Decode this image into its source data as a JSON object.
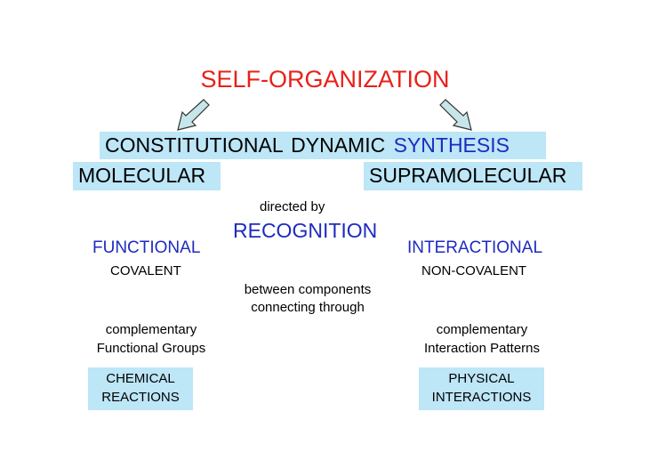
{
  "title": "SELF-ORGANIZATION",
  "synthesis": {
    "prefix": "CONSTITUTIONAL  DYNAMIC",
    "highlight": "SYNTHESIS"
  },
  "molecular": "MOLECULAR",
  "supramolecular": "SUPRAMOLECULAR",
  "directed_by": "directed by",
  "recognition": "RECOGNITION",
  "left": {
    "heading": "FUNCTIONAL",
    "bond": "COVALENT",
    "complementary": "complementary",
    "groups": "Functional Groups",
    "box_line1": "CHEMICAL",
    "box_line2": "REACTIONS"
  },
  "right": {
    "heading": "INTERACTIONAL",
    "bond": "NON-COVALENT",
    "complementary": "complementary",
    "groups": "Interaction Patterns",
    "box_line1": "PHYSICAL",
    "box_line2": "INTERACTIONS"
  },
  "middle": {
    "line1": "between components",
    "line2": "connecting through"
  },
  "colors": {
    "title": "#e8201a",
    "accent": "#1e2bbf",
    "highlight": "#bde6f7",
    "arrow_fill": "#c7e6ea"
  }
}
